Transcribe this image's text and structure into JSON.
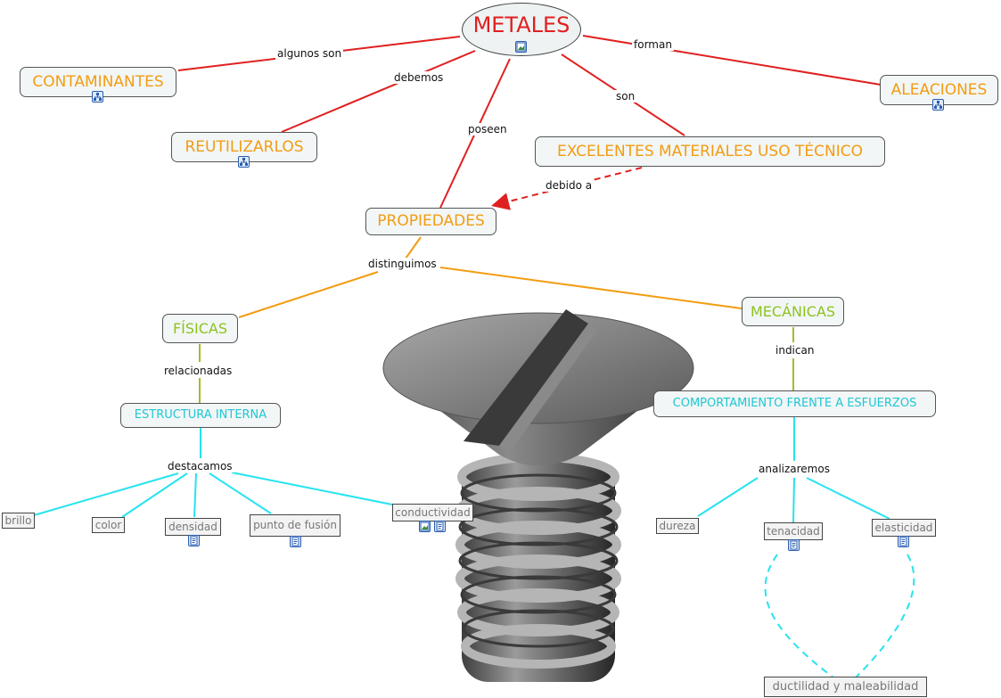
{
  "root": {
    "label": "METALES"
  },
  "nodes": {
    "contaminantes": "CONTAMINANTES",
    "reutilizarlos": "REUTILIZARLOS",
    "aleaciones": "ALEACIONES",
    "excelentes": "EXCELENTES MATERIALES USO TÉCNICO",
    "propiedades": "PROPIEDADES",
    "fisicas": "FÍSICAS",
    "mecanicas": "MECÁNICAS",
    "estructura": "ESTRUCTURA INTERNA",
    "comportamiento": "COMPORTAMIENTO FRENTE A ESFUERZOS",
    "brillo": "brillo",
    "color": "color",
    "densidad": "densidad",
    "fusion": "punto de fusión",
    "conductividad": "conductividad",
    "dureza": "dureza",
    "tenacidad": "tenacidad",
    "elasticidad": "elasticidad",
    "ductilidad": "ductilidad y maleabilidad"
  },
  "links": {
    "algunos_son": "algunos son",
    "debemos": "debemos",
    "poseen": "poseen",
    "son": "son",
    "forman": "forman",
    "debido_a": "debido a",
    "distinguimos": "distinguimos",
    "relacionadas": "relacionadas",
    "indican": "indican",
    "destacamos": "destacamos",
    "analizaremos": "analizaremos"
  },
  "icons": {
    "root": "image-icon",
    "contaminantes": "concept-map-icon",
    "reutilizarlos": "concept-map-icon",
    "aleaciones": "concept-map-icon",
    "densidad": "document-icon",
    "fusion": "document-icon",
    "conductividad": [
      "image-icon",
      "document-icon"
    ],
    "tenacidad": "document-icon",
    "elasticidad": "document-icon"
  },
  "colors": {
    "top_links": "#e02020",
    "property_links": "#f39c12",
    "physical_links": "#a0c020",
    "leaf_links": "#27e3ee",
    "orange_text": "#f39c12",
    "green_text": "#8dc21f",
    "cyan_text": "#20c7d4",
    "root_text": "#e02020"
  }
}
